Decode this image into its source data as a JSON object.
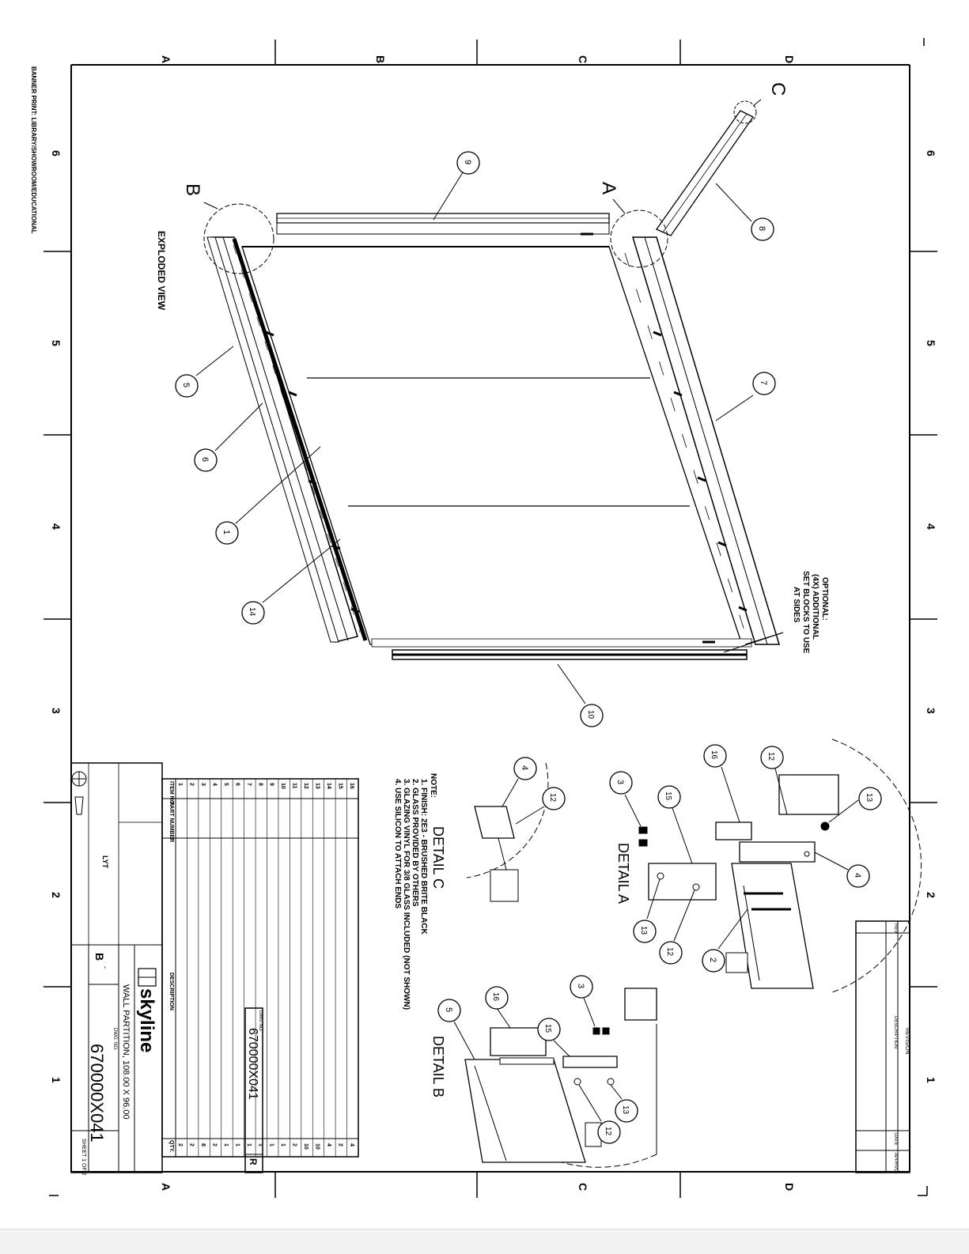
{
  "sheet": {
    "print_notice": "BANNER PRINT: LIBRARY/SHOWROOM/EDUCATIONAL",
    "column_labels": [
      "A",
      "B",
      "C",
      "D"
    ],
    "row_labels": [
      "6",
      "5",
      "4",
      "3",
      "2",
      "1"
    ]
  },
  "main_view": {
    "title": "EXPLODED VIEW",
    "detail_markers": [
      "A",
      "B",
      "C"
    ],
    "optional_note": [
      "OPTIONAL:",
      "(4X) ADDITIONAL",
      "SET BLOCKS TO USE",
      "AT SIDES"
    ],
    "balloons": [
      "9",
      "8",
      "7",
      "5",
      "6",
      "1",
      "14",
      "10"
    ]
  },
  "details": {
    "a": {
      "title": "DETAIL A",
      "balloons": [
        "16",
        "12",
        "13",
        "3",
        "15",
        "4",
        "13",
        "12",
        "2"
      ]
    },
    "b": {
      "title": "DETAIL B",
      "balloons": [
        "16",
        "3",
        "15",
        "5",
        "13",
        "12"
      ]
    },
    "c": {
      "title": "DETAIL C",
      "balloons": [
        "4",
        "12"
      ]
    }
  },
  "notes": {
    "heading": "NOTE:",
    "items": [
      "1. FINISH: 2E3 - BRUSHED BRITE BLACK",
      "2. GLASS PROVIDED BY OTHERS",
      "3. GLAZING VINYL FOR 3/8 GLASS INCLUDED (NOT SHOWN)",
      "4. USE SILICON TO ATTACH ENDS"
    ]
  },
  "bom": {
    "headers": [
      "ITEM NO.",
      "PART NUMBER",
      "DESCRIPTION",
      "QTY."
    ],
    "rows": [
      [
        "16",
        "",
        "",
        "4"
      ],
      [
        "15",
        "",
        "",
        "2"
      ],
      [
        "14",
        "",
        "",
        "4"
      ],
      [
        "13",
        "",
        "",
        "10"
      ],
      [
        "12",
        "",
        "",
        "10"
      ],
      [
        "11",
        "",
        "",
        "2"
      ],
      [
        "10",
        "",
        "",
        "1"
      ],
      [
        "9",
        "",
        "",
        "1"
      ],
      [
        "8",
        "",
        "",
        "1"
      ],
      [
        "7",
        "",
        "",
        "1"
      ],
      [
        "6",
        "",
        "",
        "1"
      ],
      [
        "5",
        "",
        "",
        "1"
      ],
      [
        "4",
        "",
        "",
        "2"
      ],
      [
        "3",
        "",
        "",
        "8"
      ],
      [
        "2",
        "",
        "",
        "2"
      ],
      [
        "1",
        "",
        "",
        "2"
      ]
    ]
  },
  "title_block": {
    "company": "skyline",
    "title": "WALL PARTITION, 108.00 X 96.00",
    "dwg_no_label": "DWG. NO.",
    "dwg_no": "670000X041",
    "sheet": "SHEET 1 OF 2",
    "size": "B",
    "rev": "-",
    "drawn_by": "LYT"
  },
  "side_tab": {
    "dwg_no_label": "DWG NO.",
    "dwg_no": "670000X041",
    "rev": "R"
  },
  "revision_block": {
    "title": "REVISION",
    "headers": [
      "REV",
      "DESCRIPTION",
      "DATE",
      "APPRVD"
    ]
  },
  "style": {
    "line_color": "#000000",
    "paper_color": "#ffffff"
  }
}
